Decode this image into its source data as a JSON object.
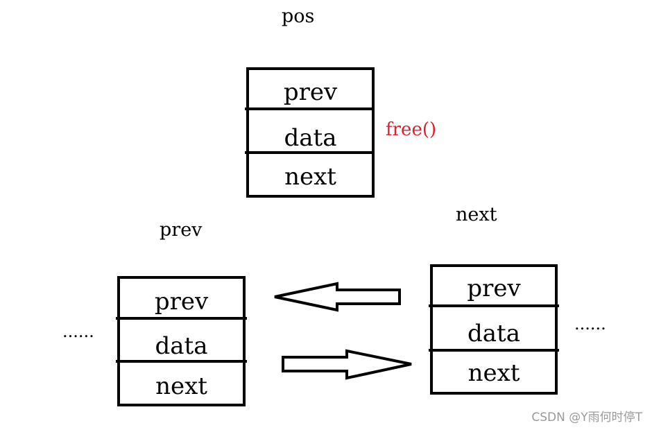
{
  "labels": {
    "pos": "pos",
    "prev": "prev",
    "next": "next",
    "free": "free()",
    "ellipsis_left": "......",
    "ellipsis_right": "......"
  },
  "colors": {
    "free": "#e0202a",
    "watermark": "#9a9a9a"
  },
  "nodes": {
    "pos": {
      "f1": "prev",
      "f2": "data",
      "f3": "next"
    },
    "prev": {
      "f1": "prev",
      "f2": "data",
      "f3": "next"
    },
    "next": {
      "f1": "prev",
      "f2": "data",
      "f3": "next"
    }
  },
  "watermark": "CSDN @Y雨何时停T"
}
